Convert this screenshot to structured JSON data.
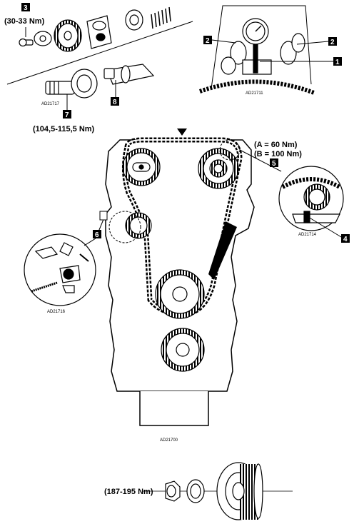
{
  "callouts": {
    "c1": "1",
    "c2": "2",
    "c3": "3",
    "c4": "4",
    "c5": "5",
    "c6": "6",
    "c7": "7",
    "c8": "8"
  },
  "torques": {
    "camshaft_bolt": "(30-33 Nm)",
    "pump_nut": "(104,5-115,5 Nm)",
    "sprocket_a": "(A = 60 Nm)",
    "sprocket_b": "(B = 100 Nm)",
    "crank_nut": "(187-195 Nm)"
  },
  "figure_codes": {
    "pump_detail": "AD21717",
    "gauge_detail": "AD21711",
    "sprocket_detail": "AD21714",
    "tensioner_detail": "AD21716",
    "main": "AD21700"
  },
  "colors": {
    "ink": "#000000",
    "paper": "#ffffff",
    "shade": "#bdbdbd"
  }
}
